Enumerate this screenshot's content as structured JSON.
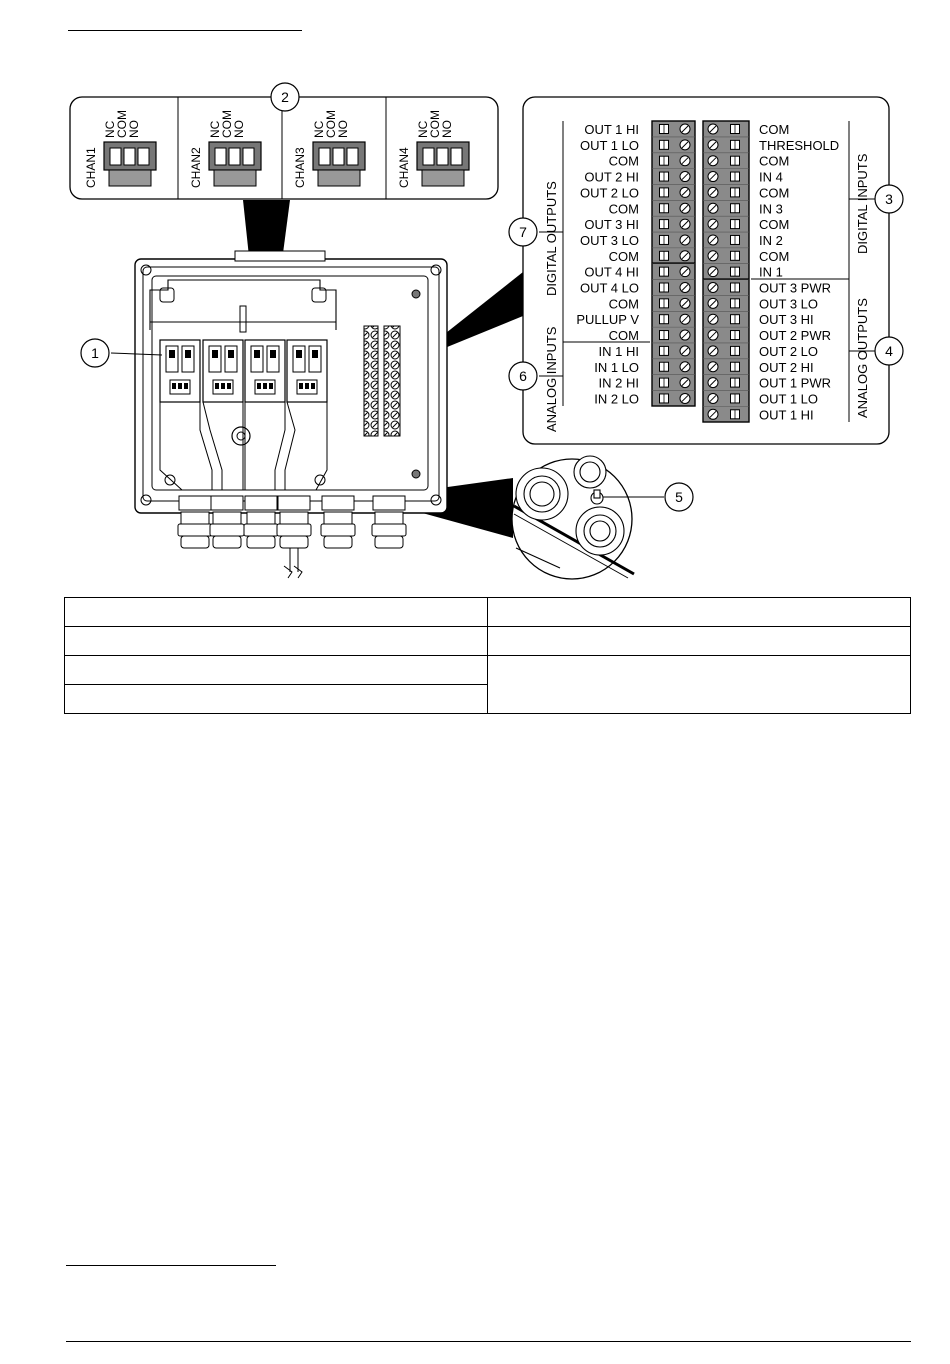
{
  "relay_connector": {
    "channels": [
      "CHAN1",
      "CHAN2",
      "CHAN3",
      "CHAN4"
    ],
    "pins": [
      "NC",
      "COM",
      "NO"
    ]
  },
  "terminal_left": [
    "OUT 1 HI",
    "OUT 1 LO",
    "COM",
    "OUT 2 HI",
    "OUT 2 LO",
    "COM",
    "OUT 3 HI",
    "OUT 3 LO",
    "COM",
    "OUT 4 HI",
    "OUT 4 LO",
    "COM",
    "PULLUP V",
    "COM",
    "IN 1 HI",
    "IN 1 LO",
    "IN 2 HI",
    "IN 2 LO"
  ],
  "terminal_right": [
    "COM",
    "THRESHOLD",
    "COM",
    "IN 4",
    "COM",
    "IN 3",
    "COM",
    "IN 2",
    "COM",
    "IN 1",
    "OUT 3 PWR",
    "OUT 3 LO",
    "OUT 3 HI",
    "OUT 2 PWR",
    "OUT 2 LO",
    "OUT 2 HI",
    "OUT 1 PWR",
    "OUT 1 LO",
    "OUT 1 HI"
  ],
  "group_labels": {
    "digital_outputs": "DIGITAL OUTPUTS",
    "analog_inputs": "ANALOG INPUTS",
    "digital_inputs": "DIGITAL INPUTS",
    "analog_outputs": "ANALOG OUTPUTS"
  },
  "callouts": [
    "1",
    "2",
    "3",
    "4",
    "5",
    "6",
    "7"
  ]
}
